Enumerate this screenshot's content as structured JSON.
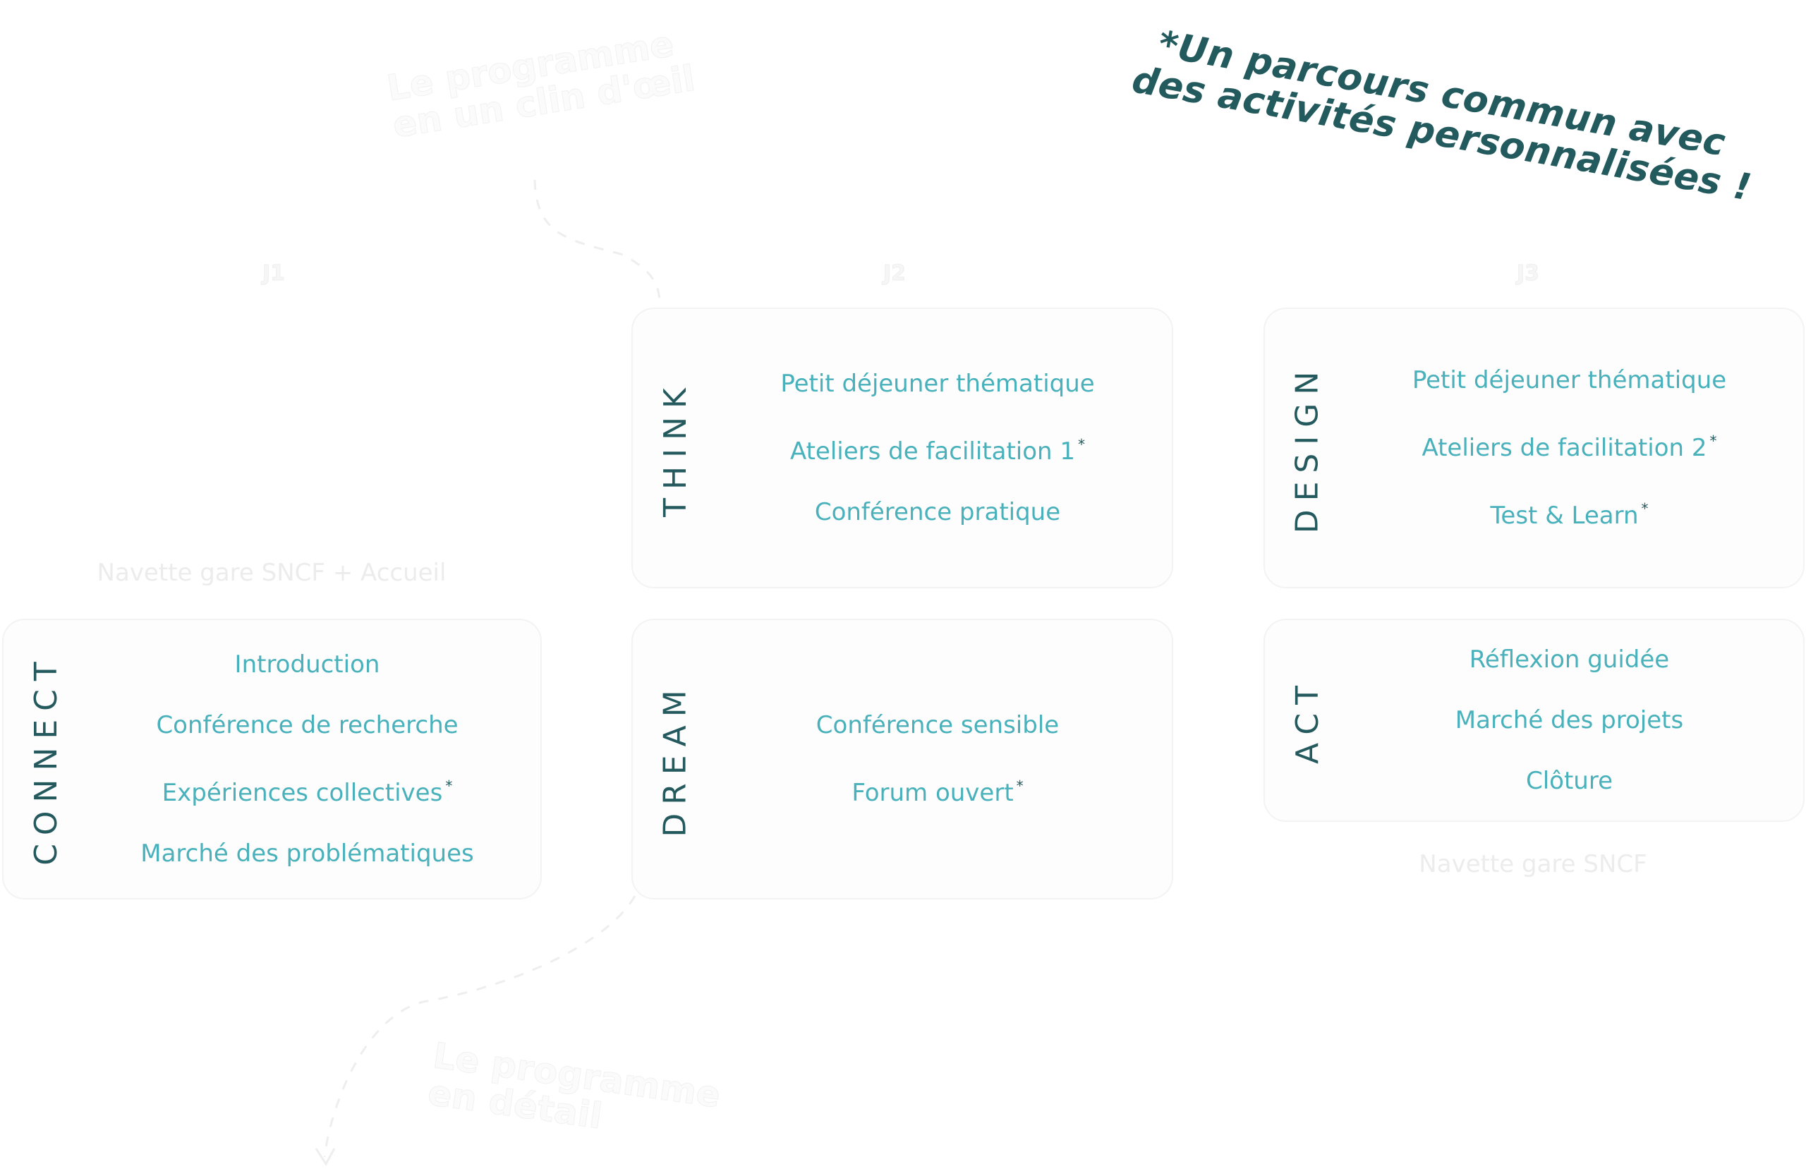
{
  "ghost_titles": {
    "overview": [
      "Le programme",
      "en un clin d'œil"
    ],
    "detail": [
      "Le programme",
      "en détail"
    ]
  },
  "days": [
    "J1",
    "J2",
    "J3"
  ],
  "headline": [
    "*Un parcours commun avec",
    "des activités personnalisées !"
  ],
  "notes": {
    "arrival": "Navette gare SNCF + Accueil",
    "departure": "Navette gare SNCF"
  },
  "asterisk": "*",
  "colors": {
    "label": "#245a5e",
    "item": "#49b1bb",
    "headline": "#235a5d",
    "card_bg": "#fdfdfd"
  },
  "cards": [
    {
      "id": "connect",
      "label": "CONNECT",
      "items": [
        {
          "text": "Introduction",
          "personalized": false
        },
        {
          "text": "Conférence de recherche",
          "personalized": false
        },
        {
          "text": "Expériences collectives",
          "personalized": true
        },
        {
          "text": "Marché des problématiques",
          "personalized": false
        }
      ]
    },
    {
      "id": "think",
      "label": "THINK",
      "items": [
        {
          "text": "Petit déjeuner thématique",
          "personalized": false
        },
        {
          "text": "Ateliers de facilitation 1",
          "personalized": true
        },
        {
          "text": "Conférence pratique",
          "personalized": false
        }
      ]
    },
    {
      "id": "dream",
      "label": "DREAM",
      "items": [
        {
          "text": "Conférence sensible",
          "personalized": false
        },
        {
          "text": "Forum ouvert",
          "personalized": true
        }
      ]
    },
    {
      "id": "design",
      "label": "DESIGN",
      "items": [
        {
          "text": "Petit déjeuner thématique",
          "personalized": false
        },
        {
          "text": "Ateliers de facilitation 2",
          "personalized": true
        },
        {
          "text": "Test & Learn",
          "personalized": true
        }
      ]
    },
    {
      "id": "act",
      "label": "ACT",
      "items": [
        {
          "text": "Réflexion guidée",
          "personalized": false
        },
        {
          "text": "Marché des projets",
          "personalized": false
        },
        {
          "text": "Clôture",
          "personalized": false
        }
      ]
    }
  ]
}
